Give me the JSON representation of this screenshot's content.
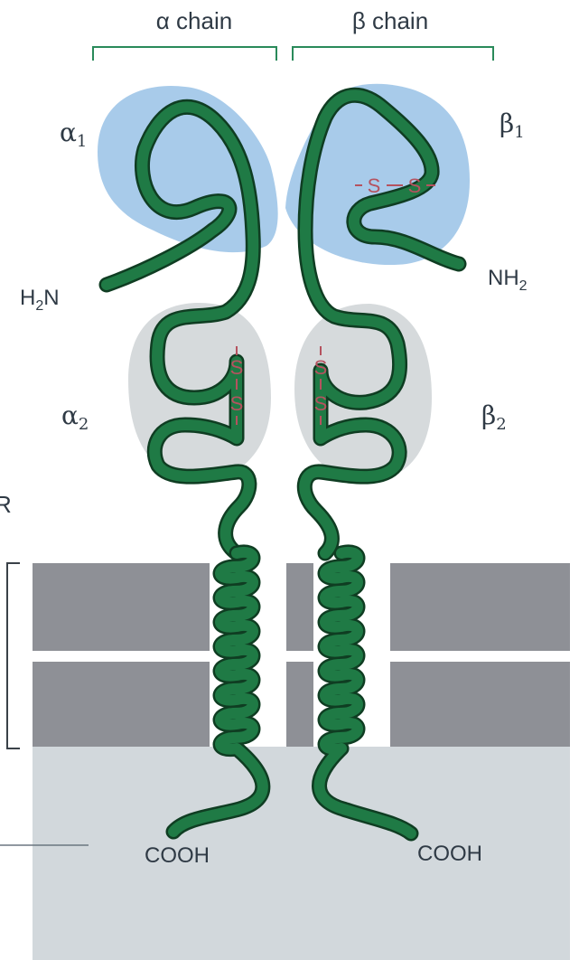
{
  "header": {
    "alpha_label": "α chain",
    "beta_label": "β chain"
  },
  "domains": {
    "alpha1": {
      "greek": "α",
      "sub": "1",
      "color": "#a8cbea"
    },
    "beta1": {
      "greek": "β",
      "sub": "1",
      "color": "#a8cbea"
    },
    "alpha2": {
      "greek": "α",
      "sub": "2",
      "color": "#d6dadc"
    },
    "beta2": {
      "greek": "β",
      "sub": "2",
      "color": "#d6dadc"
    }
  },
  "termini": {
    "alpha_n": {
      "main": "H",
      "sub": "2",
      "tail": "N"
    },
    "beta_n": {
      "main": "NH",
      "sub": "2"
    },
    "alpha_c": "COOH",
    "beta_c": "COOH"
  },
  "disulfide": {
    "s": "S"
  },
  "edge_letter": "R",
  "colors": {
    "chain": "#1f7a45",
    "chain_outline": "#0f3d22",
    "membrane": "#8e9096",
    "cytoplasm": "#d2d8dc",
    "disulfide": "#b5525f"
  }
}
